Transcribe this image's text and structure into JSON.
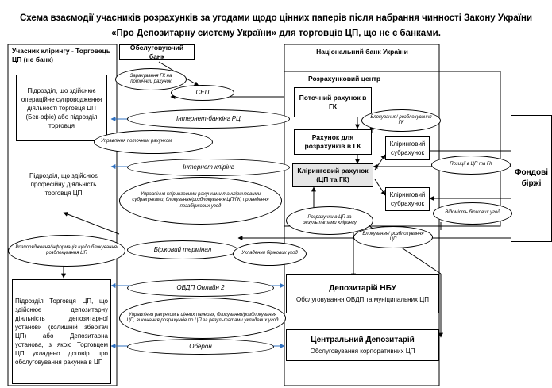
{
  "title_line1": "Схема взаємодії учасників розрахунків за угодами щодо цінних паперів після набрання чинності Закону України",
  "title_line2": "«Про Депозитарну систему України» для торговців ЦП, що не є банками.",
  "left_column": {
    "heading": "Учасник клірингу - Торговець ЦП (не банк)",
    "unit_backoffice": "Підрозділ, що здійснює операційне супроводження діяльності торговця ЦП (Бек-офіс) або підрозділ торговця",
    "unit_professional": "Підрозділ, що здійснює професійну діяльність торговця ЦП",
    "unit_trading": "Підрозділ Торговця ЦП, що здійснює депозитарну діяльність депозитарної установи (колишній зберігач ЦП) або Депозитарна установа, з якою Торговцем ЦП укладено договір про обслуговування рахунка в ЦП"
  },
  "servicing_bank": "Обслуговуючий банк",
  "nbu": {
    "heading": "Національний банк України",
    "settlement_center": "Розрахунковий центр",
    "current_account": "Поточний рахунок в ГК",
    "settlement_account": "Рахунок для розрахунків в ГК",
    "clearing_account": "Кліринговий рахунок (ЦП та ГК)",
    "subaccount_1": "Кліринговий субрахунок",
    "subaccount_2": "Кліринговий субрахунок"
  },
  "exchanges": "Фондові біржі",
  "depository_nbu": {
    "title": "Депозитарій НБУ",
    "subtitle": "Обслуговування ОВДП та муніципальних ЦП"
  },
  "central_depository": {
    "title": "Центральний Депозитарій",
    "subtitle": "Обслуговування корпоративних ЦП"
  },
  "ellipses": {
    "credit_current": "Зарахування ГК на поточний рахунок",
    "sep": "СЕП",
    "internet_banking": "Інтернет-банкінг РЦ",
    "account_management": "Управління поточним рахунком",
    "internet_clearing": "Інтернет клірінг",
    "clearing_management": "Управління кліринговими рахунками та кліринговими субрахунками, блокування/розблокування ЦП/ГК, проведення позабіржових угод",
    "orders": "Розпорядження/інформація щодо блокування/розблокування ЦП",
    "exchange_terminal": "Біржовий термінал",
    "otc_deals": "Укладення біржових угод",
    "ovdp_online": "ОВДП Онлайн 2",
    "securities_management": "Управління рахунком в цінних паперах, блокування/розблокування ЦП, виконання розрахунків по ЦП за результатами укладених угод",
    "oberon": "Оберон",
    "block_gk": "Блокування/ розблокування ГК",
    "positions": "Позиції в ЦП та ГК",
    "exchange_statements": "Відомість біржових угод",
    "settlements_clearing": "Розрахунки в ЦП за результатами клірингу",
    "block_cp": "Блокування/ розблокування ЦП"
  }
}
